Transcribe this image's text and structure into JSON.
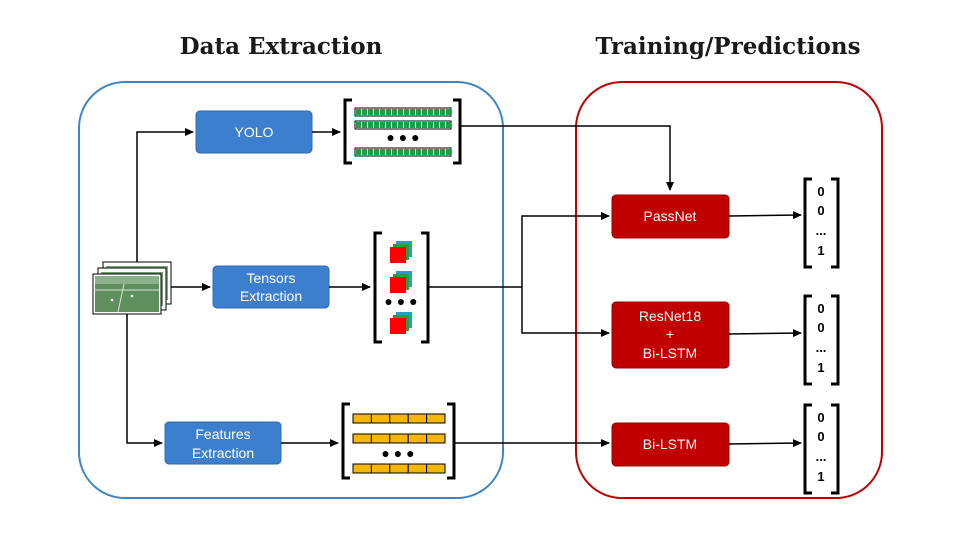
{
  "sections": {
    "data_extraction": "Data Extraction",
    "training_predictions": "Training/Predictions"
  },
  "extraction_nodes": {
    "yolo": "YOLO",
    "tensors": [
      "Tensors",
      "Extraction"
    ],
    "features": [
      "Features",
      "Extraction"
    ]
  },
  "model_nodes": {
    "passnet": "PassNet",
    "resnet": [
      "ResNet18",
      "+",
      "Bi-LSTM"
    ],
    "bilstm": "Bi-LSTM"
  },
  "output_vector": [
    "0",
    "0",
    "...",
    "1"
  ],
  "colors": {
    "extraction_border": "#3d85c6",
    "extraction_node": "#3d7fcf",
    "training_border": "#c00000",
    "model_node": "#c00000",
    "yolo_cell": "#1e9e4a",
    "feature_cell": "#f5b800",
    "tensor_red": "#ff0000"
  }
}
